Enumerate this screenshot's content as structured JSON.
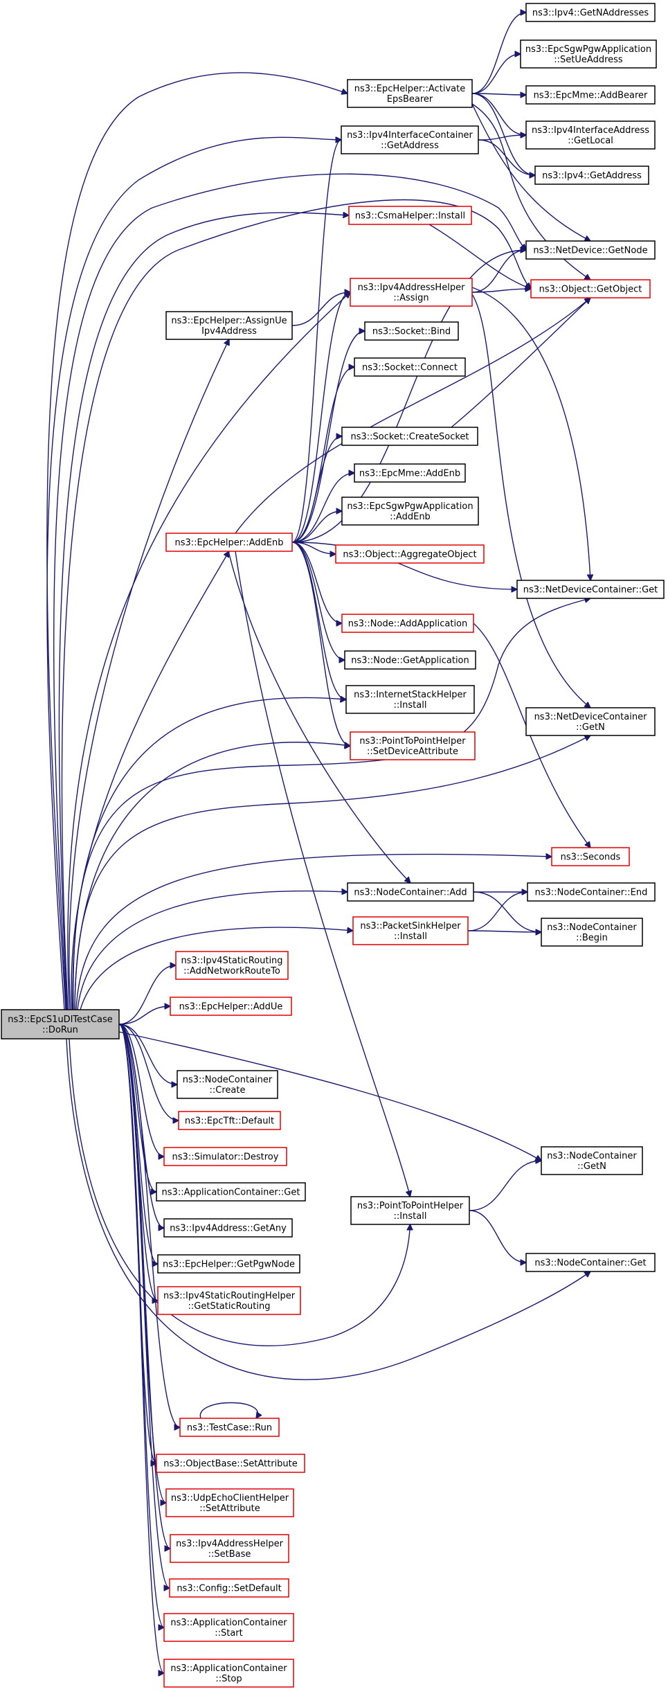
{
  "graph": {
    "type": "call-graph",
    "edge_color": "#191970",
    "nodes": [
      {
        "id": "dorun",
        "lines": [
          "ns3::EpcS1uDlTestCase",
          "::DoRun"
        ],
        "style": "current"
      },
      {
        "id": "activate",
        "lines": [
          "ns3::EpcHelper::Activate",
          "EpsBearer"
        ],
        "style": "black"
      },
      {
        "id": "getnaddr",
        "lines": [
          "ns3::Ipv4::GetNAddresses"
        ],
        "style": "black"
      },
      {
        "id": "setueaddr",
        "lines": [
          "ns3::EpcSgwPgwApplication",
          "::SetUeAddress"
        ],
        "style": "black"
      },
      {
        "id": "mmeaddbearer",
        "lines": [
          "ns3::EpcMme::AddBearer"
        ],
        "style": "black"
      },
      {
        "id": "ipv4ic",
        "lines": [
          "ns3::Ipv4InterfaceContainer",
          "::GetAddress"
        ],
        "style": "black"
      },
      {
        "id": "getlocal",
        "lines": [
          "ns3::Ipv4InterfaceAddress",
          "::GetLocal"
        ],
        "style": "black"
      },
      {
        "id": "ipv4getaddr",
        "lines": [
          "ns3::Ipv4::GetAddress"
        ],
        "style": "black"
      },
      {
        "id": "csma",
        "lines": [
          "ns3::CsmaHelper::Install"
        ],
        "style": "red"
      },
      {
        "id": "getnode",
        "lines": [
          "ns3::NetDevice::GetNode"
        ],
        "style": "black"
      },
      {
        "id": "assign",
        "lines": [
          "ns3::Ipv4AddressHelper",
          "::Assign"
        ],
        "style": "red"
      },
      {
        "id": "getobject",
        "lines": [
          "ns3::Object::GetObject"
        ],
        "style": "red"
      },
      {
        "id": "assignue",
        "lines": [
          "ns3::EpcHelper::AssignUe",
          "Ipv4Address"
        ],
        "style": "black"
      },
      {
        "id": "bind",
        "lines": [
          "ns3::Socket::Bind"
        ],
        "style": "black"
      },
      {
        "id": "connect",
        "lines": [
          "ns3::Socket::Connect"
        ],
        "style": "black"
      },
      {
        "id": "createsocket",
        "lines": [
          "ns3::Socket::CreateSocket"
        ],
        "style": "black"
      },
      {
        "id": "mmeaddenb",
        "lines": [
          "ns3::EpcMme::AddEnb"
        ],
        "style": "black"
      },
      {
        "id": "sgwaddenb",
        "lines": [
          "ns3::EpcSgwPgwApplication",
          "::AddEnb"
        ],
        "style": "black"
      },
      {
        "id": "addenb",
        "lines": [
          "ns3::EpcHelper::AddEnb"
        ],
        "style": "red"
      },
      {
        "id": "aggregate",
        "lines": [
          "ns3::Object::AggregateObject"
        ],
        "style": "red"
      },
      {
        "id": "ndcget",
        "lines": [
          "ns3::NetDeviceContainer::Get"
        ],
        "style": "black"
      },
      {
        "id": "addapp",
        "lines": [
          "ns3::Node::AddApplication"
        ],
        "style": "red"
      },
      {
        "id": "getapp",
        "lines": [
          "ns3::Node::GetApplication"
        ],
        "style": "black"
      },
      {
        "id": "inetinstall",
        "lines": [
          "ns3::InternetStackHelper",
          "::Install"
        ],
        "style": "black"
      },
      {
        "id": "ndcgetn",
        "lines": [
          "ns3::NetDeviceContainer",
          "::GetN"
        ],
        "style": "black"
      },
      {
        "id": "p2psetdev",
        "lines": [
          "ns3::PointToPointHelper",
          "::SetDeviceAttribute"
        ],
        "style": "red"
      },
      {
        "id": "seconds",
        "lines": [
          "ns3::Seconds"
        ],
        "style": "red"
      },
      {
        "id": "ncadd",
        "lines": [
          "ns3::NodeContainer::Add"
        ],
        "style": "black"
      },
      {
        "id": "ncend",
        "lines": [
          "ns3::NodeContainer::End"
        ],
        "style": "black"
      },
      {
        "id": "sinkinstall",
        "lines": [
          "ns3::PacketSinkHelper",
          "::Install"
        ],
        "style": "red"
      },
      {
        "id": "ncbegin",
        "lines": [
          "ns3::NodeContainer",
          "::Begin"
        ],
        "style": "black"
      },
      {
        "id": "addnetroute",
        "lines": [
          "ns3::Ipv4StaticRouting",
          "::AddNetworkRouteTo"
        ],
        "style": "red"
      },
      {
        "id": "addue",
        "lines": [
          "ns3::EpcHelper::AddUe"
        ],
        "style": "red"
      },
      {
        "id": "nccreate",
        "lines": [
          "ns3::NodeContainer",
          "::Create"
        ],
        "style": "black"
      },
      {
        "id": "tftdefault",
        "lines": [
          "ns3::EpcTft::Default"
        ],
        "style": "red"
      },
      {
        "id": "destroy",
        "lines": [
          "ns3::Simulator::Destroy"
        ],
        "style": "red"
      },
      {
        "id": "ncgetn",
        "lines": [
          "ns3::NodeContainer",
          "::GetN"
        ],
        "style": "black"
      },
      {
        "id": "acget",
        "lines": [
          "ns3::ApplicationContainer::Get"
        ],
        "style": "black"
      },
      {
        "id": "p2pinstall",
        "lines": [
          "ns3::PointToPointHelper",
          "::Install"
        ],
        "style": "black"
      },
      {
        "id": "getany",
        "lines": [
          "ns3::Ipv4Address::GetAny"
        ],
        "style": "black"
      },
      {
        "id": "getpgw",
        "lines": [
          "ns3::EpcHelper::GetPgwNode"
        ],
        "style": "black"
      },
      {
        "id": "ncget",
        "lines": [
          "ns3::NodeContainer::Get"
        ],
        "style": "black"
      },
      {
        "id": "staticrouting",
        "lines": [
          "ns3::Ipv4StaticRoutingHelper",
          "::GetStaticRouting"
        ],
        "style": "red"
      },
      {
        "id": "tcrun",
        "lines": [
          "ns3::TestCase::Run"
        ],
        "style": "red"
      },
      {
        "id": "obsetattr",
        "lines": [
          "ns3::ObjectBase::SetAttribute"
        ],
        "style": "red"
      },
      {
        "id": "udpsetattr",
        "lines": [
          "ns3::UdpEchoClientHelper",
          "::SetAttribute"
        ],
        "style": "red"
      },
      {
        "id": "setbase",
        "lines": [
          "ns3::Ipv4AddressHelper",
          "::SetBase"
        ],
        "style": "red"
      },
      {
        "id": "setdefault",
        "lines": [
          "ns3::Config::SetDefault"
        ],
        "style": "red"
      },
      {
        "id": "acstart",
        "lines": [
          "ns3::ApplicationContainer",
          "::Start"
        ],
        "style": "red"
      },
      {
        "id": "acstop",
        "lines": [
          "ns3::ApplicationContainer",
          "::Stop"
        ],
        "style": "red"
      }
    ],
    "edges": [
      [
        "dorun",
        "activate"
      ],
      [
        "dorun",
        "ipv4ic"
      ],
      [
        "dorun",
        "getnode"
      ],
      [
        "dorun",
        "csma"
      ],
      [
        "dorun",
        "getobject"
      ],
      [
        "dorun",
        "assign"
      ],
      [
        "dorun",
        "assignue"
      ],
      [
        "dorun",
        "addenb"
      ],
      [
        "dorun",
        "ndcget"
      ],
      [
        "dorun",
        "ndcgetn"
      ],
      [
        "dorun",
        "seconds"
      ],
      [
        "dorun",
        "ncadd"
      ],
      [
        "dorun",
        "sinkinstall"
      ],
      [
        "dorun",
        "addnetroute"
      ],
      [
        "dorun",
        "addue"
      ],
      [
        "dorun",
        "nccreate"
      ],
      [
        "dorun",
        "tftdefault"
      ],
      [
        "dorun",
        "destroy"
      ],
      [
        "dorun",
        "ncgetn"
      ],
      [
        "dorun",
        "acget"
      ],
      [
        "dorun",
        "p2pinstall"
      ],
      [
        "dorun",
        "getany"
      ],
      [
        "dorun",
        "getpgw"
      ],
      [
        "dorun",
        "ncget"
      ],
      [
        "dorun",
        "staticrouting"
      ],
      [
        "dorun",
        "tcrun"
      ],
      [
        "dorun",
        "obsetattr"
      ],
      [
        "dorun",
        "udpsetattr"
      ],
      [
        "dorun",
        "setbase"
      ],
      [
        "dorun",
        "setdefault"
      ],
      [
        "dorun",
        "acstart"
      ],
      [
        "dorun",
        "acstop"
      ],
      [
        "dorun",
        "inetinstall"
      ],
      [
        "dorun",
        "p2psetdev"
      ],
      [
        "activate",
        "getnaddr"
      ],
      [
        "activate",
        "setueaddr"
      ],
      [
        "activate",
        "mmeaddbearer"
      ],
      [
        "activate",
        "getlocal"
      ],
      [
        "activate",
        "ipv4getaddr"
      ],
      [
        "activate",
        "getnode"
      ],
      [
        "activate",
        "getobject"
      ],
      [
        "ipv4ic",
        "getlocal"
      ],
      [
        "ipv4ic",
        "ipv4getaddr"
      ],
      [
        "csma",
        "getobject"
      ],
      [
        "assign",
        "getobject"
      ],
      [
        "assign",
        "getnode"
      ],
      [
        "assign",
        "ndcget"
      ],
      [
        "assign",
        "ndcgetn"
      ],
      [
        "assignue",
        "assign"
      ],
      [
        "createsocket",
        "getobject"
      ],
      [
        "addenb",
        "ipv4ic"
      ],
      [
        "addenb",
        "getnode"
      ],
      [
        "addenb",
        "assign"
      ],
      [
        "addenb",
        "bind"
      ],
      [
        "addenb",
        "connect"
      ],
      [
        "addenb",
        "createsocket"
      ],
      [
        "addenb",
        "getobject"
      ],
      [
        "addenb",
        "mmeaddenb"
      ],
      [
        "addenb",
        "sgwaddenb"
      ],
      [
        "addenb",
        "aggregate"
      ],
      [
        "addenb",
        "ndcget"
      ],
      [
        "addenb",
        "addapp"
      ],
      [
        "addenb",
        "getapp"
      ],
      [
        "addenb",
        "inetinstall"
      ],
      [
        "addenb",
        "p2psetdev"
      ],
      [
        "addenb",
        "ncadd"
      ],
      [
        "addenb",
        "p2pinstall"
      ],
      [
        "addapp",
        "seconds"
      ],
      [
        "ncadd",
        "ncend"
      ],
      [
        "ncadd",
        "ncbegin"
      ],
      [
        "sinkinstall",
        "ncend"
      ],
      [
        "sinkinstall",
        "ncbegin"
      ],
      [
        "p2pinstall",
        "ncgetn"
      ],
      [
        "p2pinstall",
        "ncget"
      ],
      [
        "tcrun",
        "tcrun"
      ]
    ]
  }
}
